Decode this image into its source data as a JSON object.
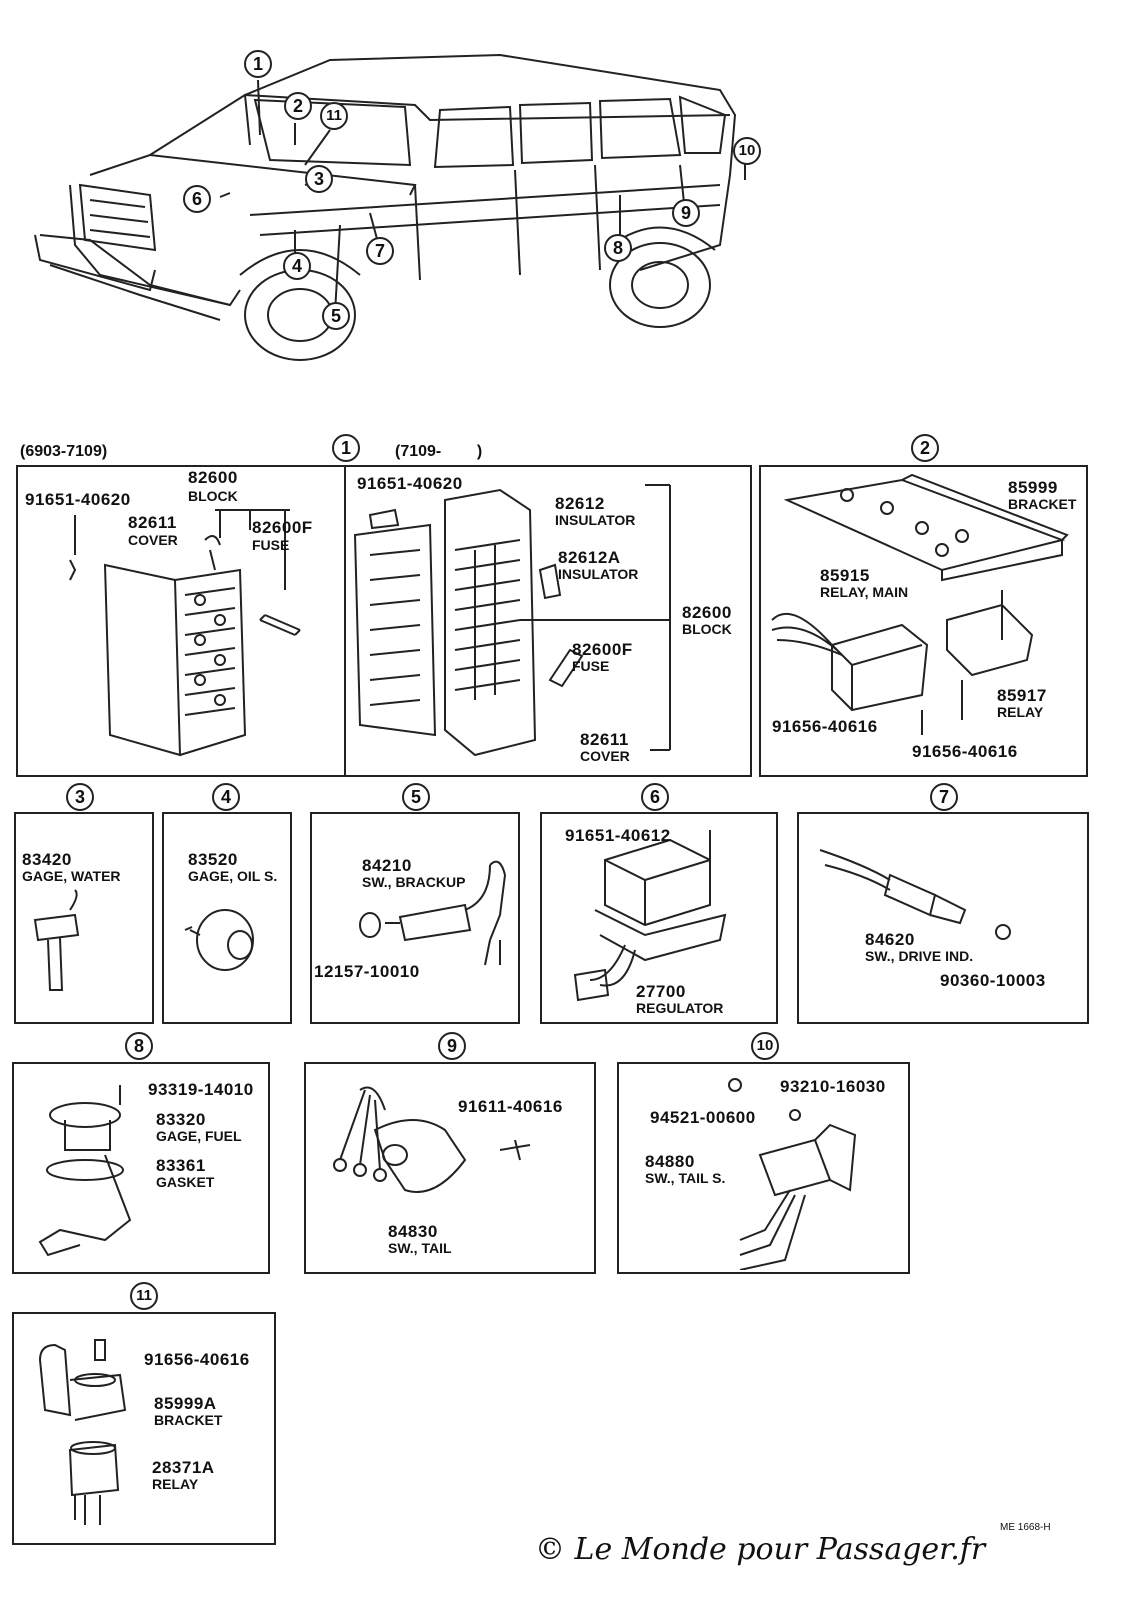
{
  "car_callouts": [
    "1",
    "2",
    "11",
    "3",
    "6",
    "4",
    "7",
    "5",
    "10",
    "9",
    "8"
  ],
  "section1": {
    "num": "1",
    "left_range": "(6903-7109)",
    "right_range": "(7109-        )",
    "parts_left": [
      {
        "no": "82600",
        "name": "BLOCK"
      },
      {
        "no": "91651-40620",
        "name": ""
      },
      {
        "no": "82611",
        "name": "COVER"
      },
      {
        "no": "82600F",
        "name": "FUSE"
      }
    ],
    "parts_right": [
      {
        "no": "91651-40620",
        "name": ""
      },
      {
        "no": "82612",
        "name": "INSULATOR"
      },
      {
        "no": "82612A",
        "name": "INSULATOR"
      },
      {
        "no": "82600",
        "name": "BLOCK"
      },
      {
        "no": "82600F",
        "name": "FUSE"
      },
      {
        "no": "82611",
        "name": "COVER"
      }
    ]
  },
  "section2": {
    "num": "2",
    "parts": [
      {
        "no": "85999",
        "name": "BRACKET"
      },
      {
        "no": "85915",
        "name": "RELAY, MAIN"
      },
      {
        "no": "85917",
        "name": "RELAY"
      },
      {
        "no": "91656-40616",
        "name": ""
      },
      {
        "no": "91656-40616",
        "name": ""
      }
    ]
  },
  "section3": {
    "num": "3",
    "parts": [
      {
        "no": "83420",
        "name": "GAGE, WATER"
      }
    ]
  },
  "section4": {
    "num": "4",
    "parts": [
      {
        "no": "83520",
        "name": "GAGE, OIL S."
      }
    ]
  },
  "section5": {
    "num": "5",
    "parts": [
      {
        "no": "84210",
        "name": "SW., BRACKUP"
      },
      {
        "no": "12157-10010",
        "name": ""
      }
    ]
  },
  "section6": {
    "num": "6",
    "parts": [
      {
        "no": "91651-40612",
        "name": ""
      },
      {
        "no": "27700",
        "name": "REGULATOR"
      }
    ]
  },
  "section7": {
    "num": "7",
    "parts": [
      {
        "no": "84620",
        "name": "SW., DRIVE IND."
      },
      {
        "no": "90360-10003",
        "name": ""
      }
    ]
  },
  "section8": {
    "num": "8",
    "parts": [
      {
        "no": "93319-14010",
        "name": ""
      },
      {
        "no": "83320",
        "name": "GAGE, FUEL"
      },
      {
        "no": "83361",
        "name": "GASKET"
      }
    ]
  },
  "section9": {
    "num": "9",
    "parts": [
      {
        "no": "91611-40616",
        "name": ""
      },
      {
        "no": "84830",
        "name": "SW., TAIL"
      }
    ]
  },
  "section10": {
    "num": "10",
    "parts": [
      {
        "no": "93210-16030",
        "name": ""
      },
      {
        "no": "94521-00600",
        "name": ""
      },
      {
        "no": "84880",
        "name": "SW., TAIL S."
      }
    ]
  },
  "section11": {
    "num": "11",
    "parts": [
      {
        "no": "91656-40616",
        "name": ""
      },
      {
        "no": "85999A",
        "name": "BRACKET"
      },
      {
        "no": "28371A",
        "name": "RELAY"
      }
    ]
  },
  "footer": {
    "code": "ME 1668-H",
    "watermark": "© Le Monde pour Passager.fr"
  }
}
